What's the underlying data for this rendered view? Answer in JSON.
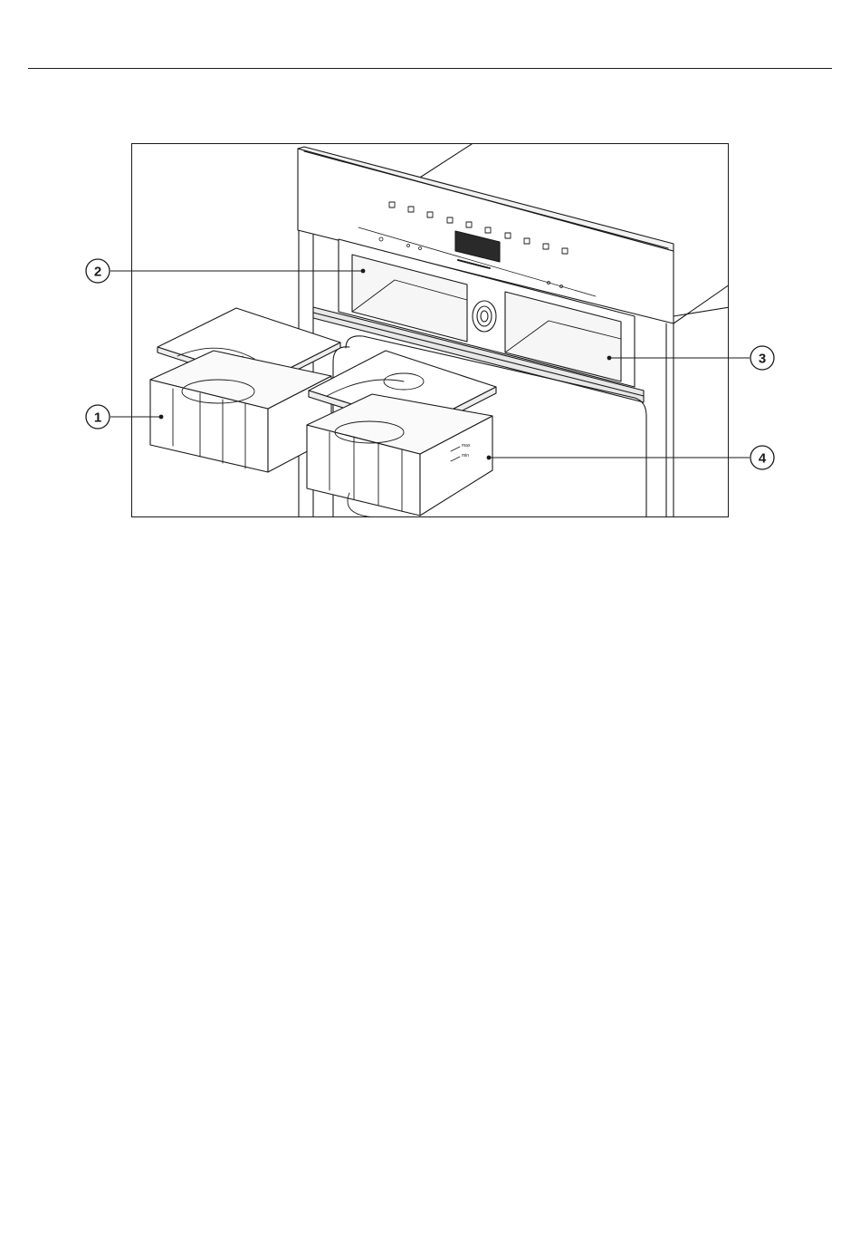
{
  "callouts": [
    {
      "number": "1"
    },
    {
      "number": "2"
    },
    {
      "number": "3"
    },
    {
      "number": "4"
    }
  ],
  "tank_markings": {
    "max": "max",
    "min": "min"
  },
  "colors": {
    "line": "#1a1a1a",
    "fill": "#ffffff",
    "shade": "#e8e8e8",
    "display": "#2a2a2a"
  }
}
